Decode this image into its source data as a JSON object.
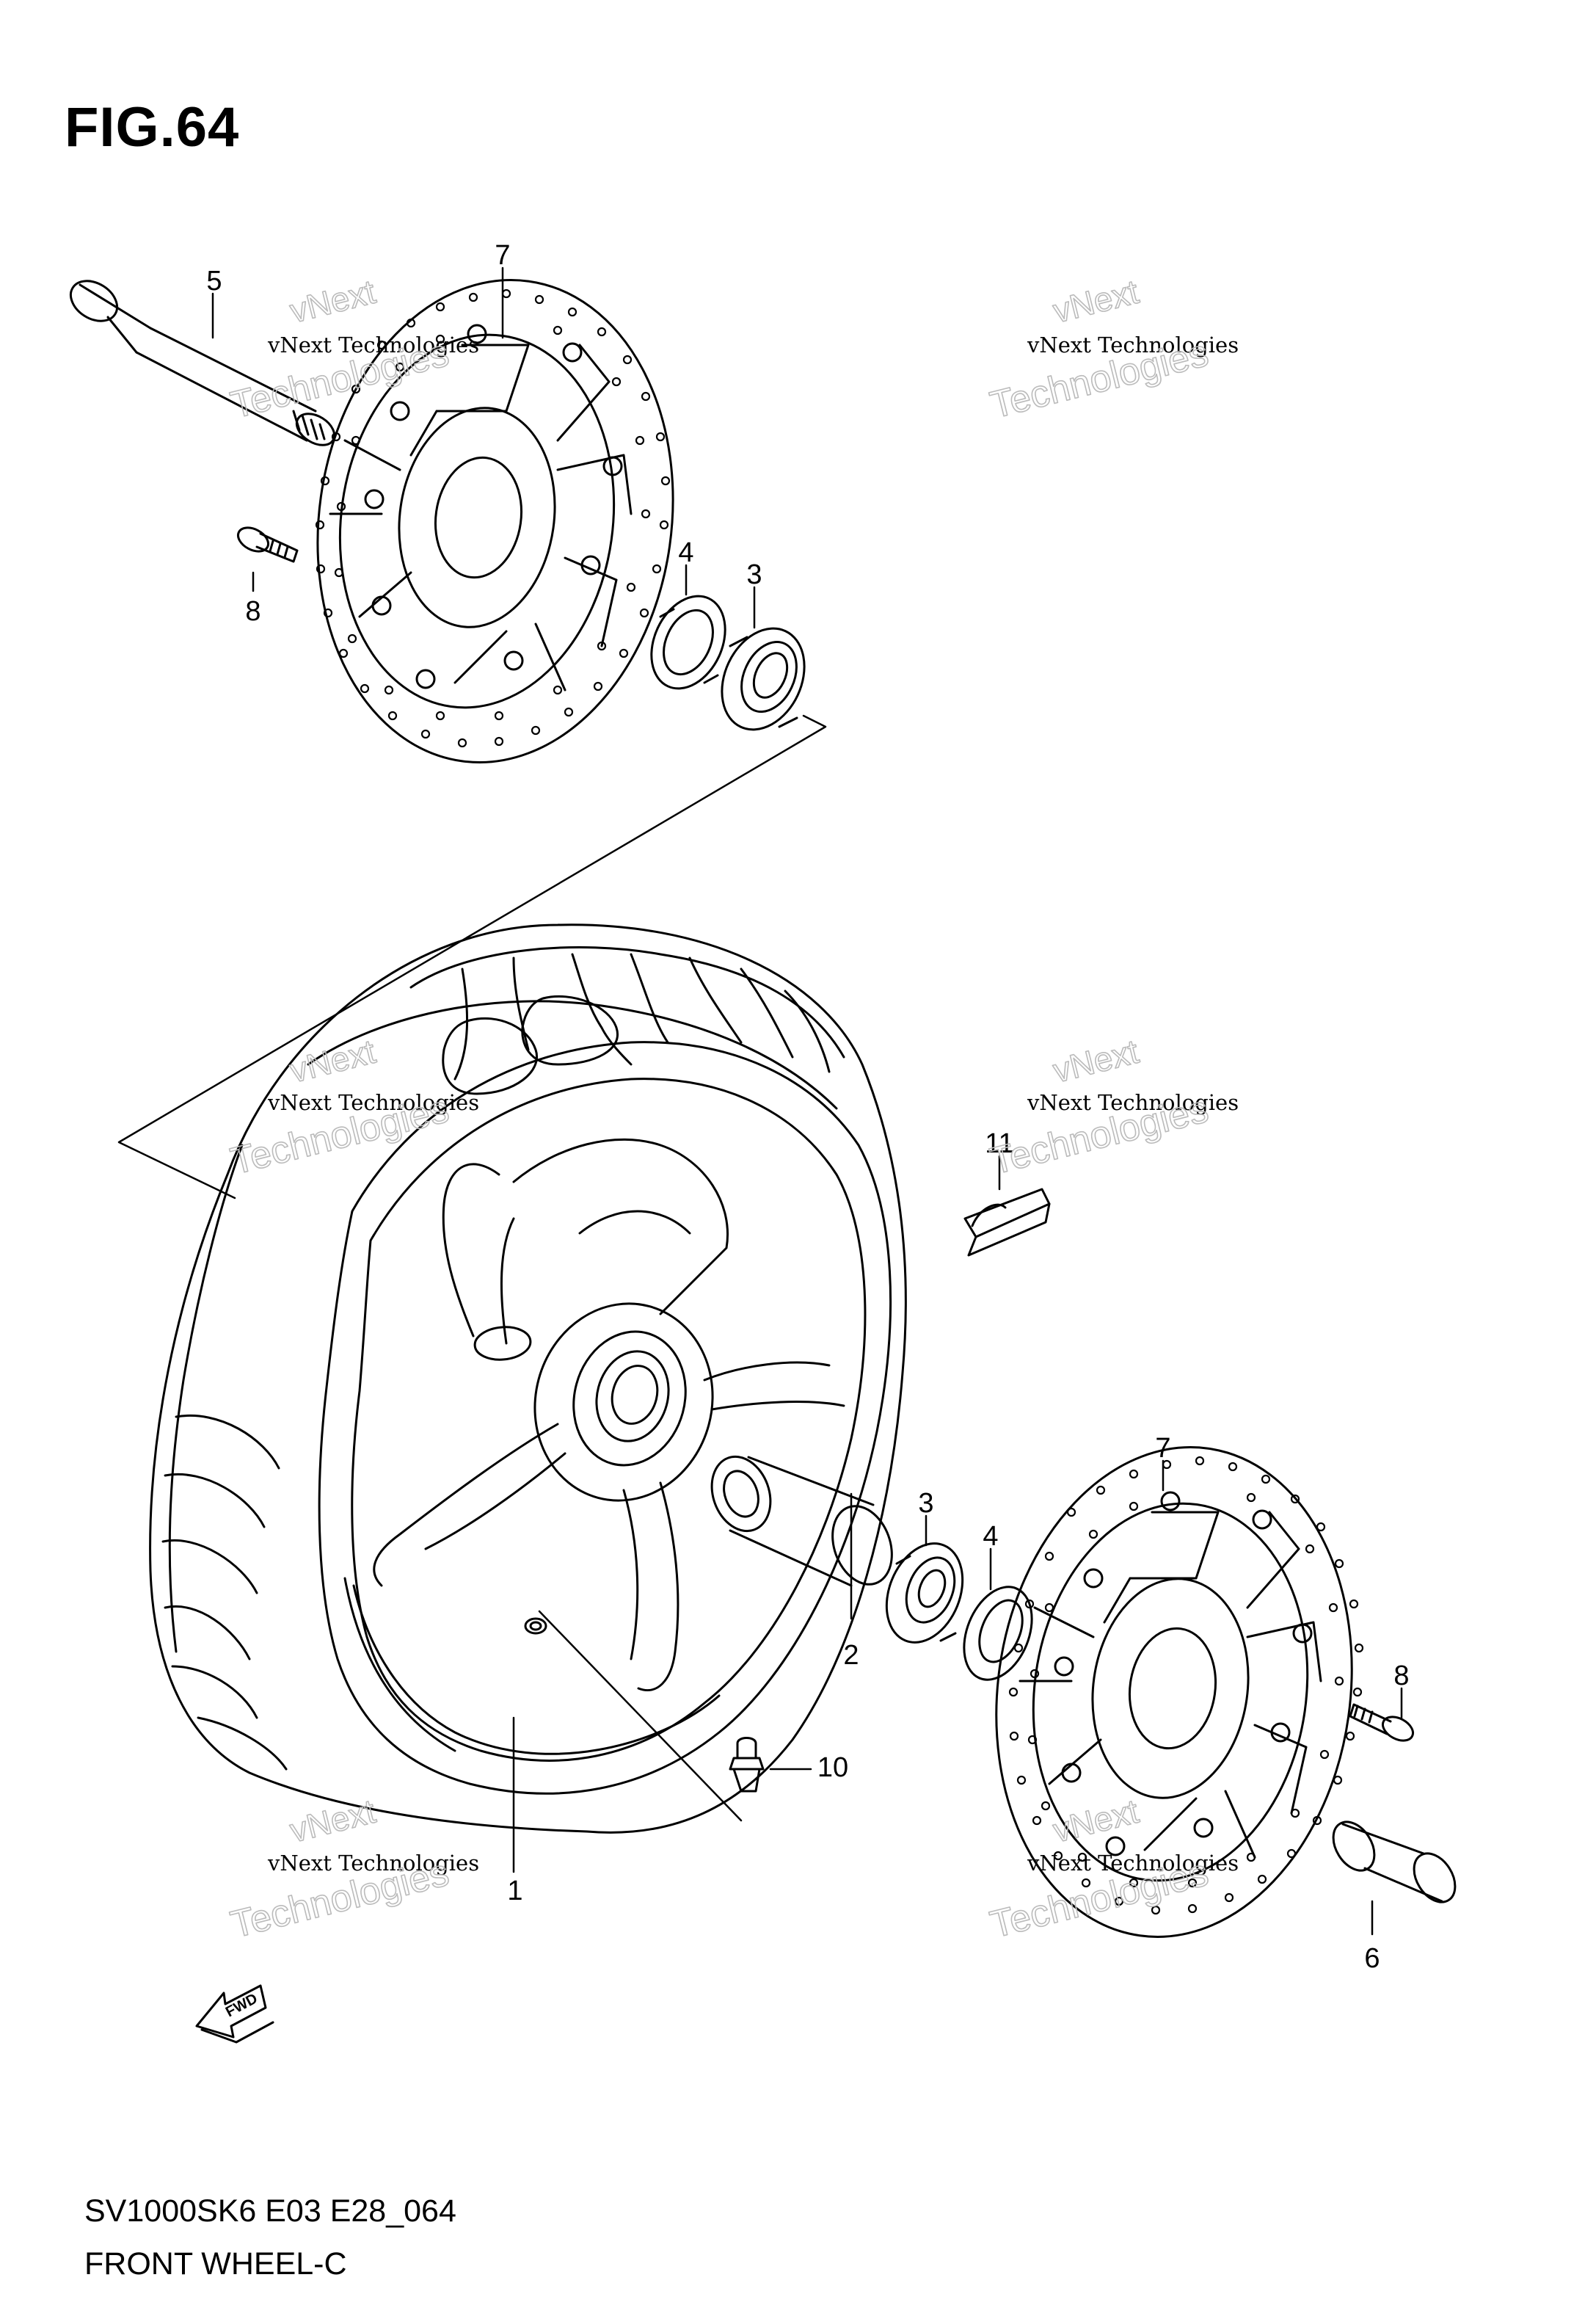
{
  "figure": {
    "title": "FIG.64",
    "model_code": "SV1000SK6 E03 E28_064",
    "assembly_name": "FRONT WHEEL-C",
    "fwd_label": "FWD"
  },
  "watermark": {
    "line1": "vNext Technologies",
    "line2": "Technologies",
    "line3": "vNext"
  },
  "callouts": [
    "1",
    "2",
    "3",
    "3",
    "4",
    "4",
    "5",
    "6",
    "7",
    "7",
    "8",
    "8",
    "10",
    "11"
  ],
  "colors": {
    "ink": "#000000",
    "watermark": "#bbbbbb",
    "background": "#ffffff"
  }
}
